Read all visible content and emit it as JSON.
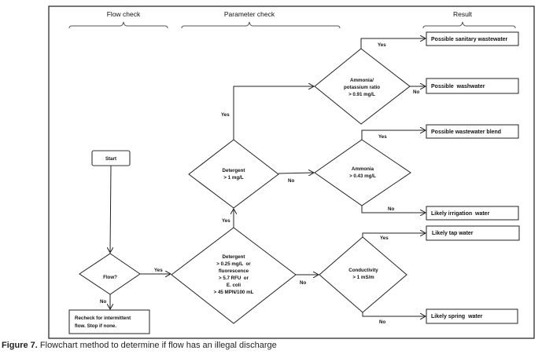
{
  "headers": {
    "flow_check": "Flow check",
    "parameter_check": "Parameter check",
    "result": "Result"
  },
  "start": {
    "label": "Start"
  },
  "flow_decision": {
    "label": "Flow?"
  },
  "recheck": {
    "lines": [
      "Recheck for intermittent",
      "flow. Stop if none."
    ]
  },
  "main_decision": {
    "lines": [
      "Detergent",
      "> 0.25 mg/L  or",
      "fluorescence",
      "> 5.7 RFU  or",
      "E. coli",
      "> 45 MPN/100 mL"
    ]
  },
  "detergent_decision": {
    "lines": [
      "Detergent",
      "> 1 mg/L"
    ]
  },
  "ratio_decision": {
    "lines": [
      "Ammonia/",
      "potassium ratio",
      "> 0.91 mg/L"
    ]
  },
  "ammonia_decision": {
    "lines": [
      "Ammonia",
      "> 0.43 mg/L"
    ]
  },
  "conductivity_decision": {
    "lines": [
      "Conductivity",
      "> 1 mS/m"
    ]
  },
  "edge_labels": {
    "yes": "Yes",
    "no": "No"
  },
  "results": {
    "sanitary": "Possible sanitary wastewater",
    "washwater": "Possible  washwater",
    "blend": "Possible wastewater blend",
    "irrigation": "Likely irrigation  water",
    "tap": "Likely tap water",
    "spring": "Likely spring  water"
  },
  "caption": {
    "prefix": "Figure 7.",
    "text": " Flowchart method to determine if flow has an illegal discharge"
  }
}
